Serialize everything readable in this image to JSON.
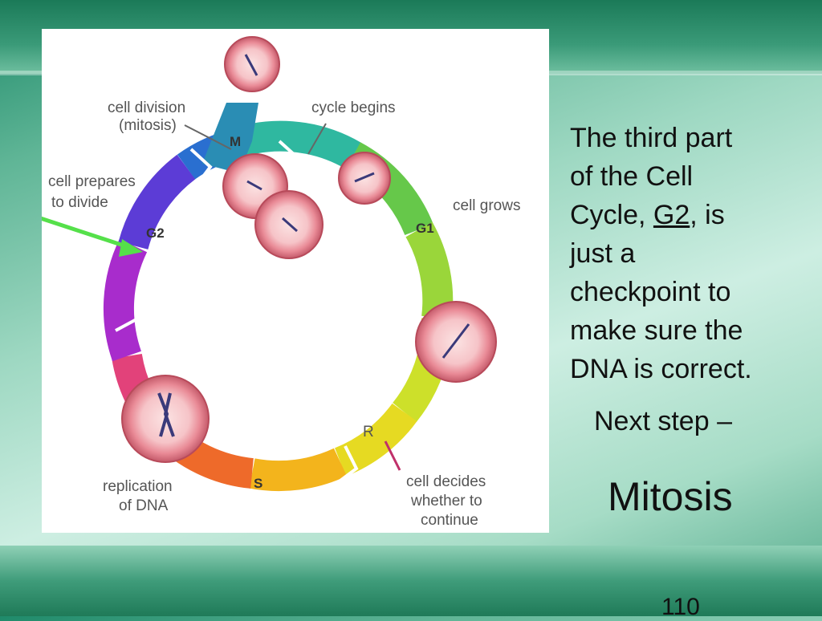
{
  "diagram": {
    "labels": {
      "cell_division": "cell division",
      "mitosis_paren": "(mitosis)",
      "cycle_begins": "cycle begins",
      "cell_prepares": "cell prepares",
      "to_divide": "to divide",
      "cell_grows": "cell grows",
      "replication": "replication",
      "of_dna": "of DNA",
      "cell_decides": "cell decides",
      "whether_to": "whether to",
      "continue": "continue",
      "restriction_point": "R"
    },
    "phases": {
      "m": "M",
      "g1": "G1",
      "s": "S",
      "g2": "G2"
    },
    "arrow_color": "#55e04a",
    "ring_colors": [
      "#2a93a8",
      "#2fb8a0",
      "#8fd33a",
      "#d8e020",
      "#f3c21b",
      "#f08a1c",
      "#e23a6e",
      "#9a2bd0",
      "#5b3fd6",
      "#2a6fd0"
    ]
  },
  "side": {
    "line1": "The third part",
    "line2": "of the Cell",
    "line3_pre": "Cycle, ",
    "line3_term": "G2",
    "line3_post": ", is",
    "line4": "just a",
    "line5": "checkpoint to",
    "line6": "make sure the",
    "line7": "DNA is correct.",
    "next_step": "Next step –",
    "answer": "Mitosis"
  },
  "page_number": "110"
}
